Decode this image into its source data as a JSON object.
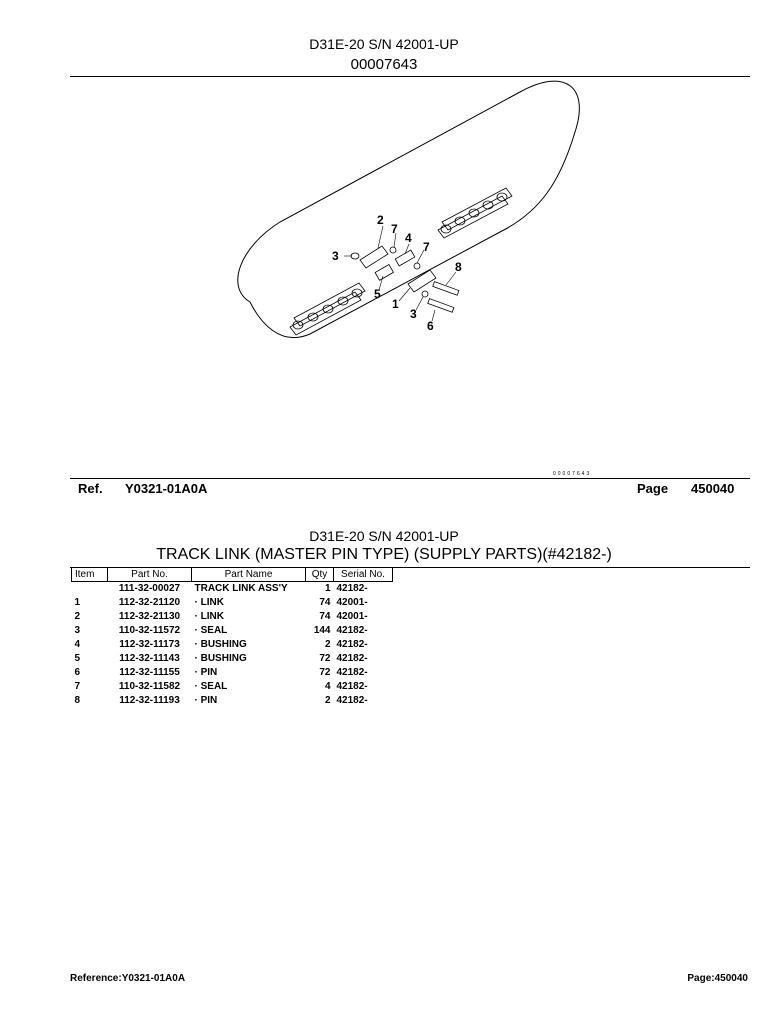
{
  "header": {
    "model": "D31E-20 S/N 42001-UP",
    "illustration_code": "00007643"
  },
  "diagram": {
    "callouts": [
      "2",
      "7",
      "4",
      "7",
      "3",
      "5",
      "8",
      "1",
      "3",
      "6"
    ],
    "small_code": "00007643"
  },
  "reference_bar": {
    "ref_label": "Ref.",
    "ref_value": "Y0321-01A0A",
    "page_label": "Page",
    "page_value": "450040"
  },
  "section": {
    "model": "D31E-20 S/N 42001-UP",
    "title": "TRACK LINK (MASTER PIN TYPE) (SUPPLY PARTS)(#42182-)"
  },
  "table": {
    "headers": [
      "Item",
      "Part No.",
      "Part Name",
      "Qty",
      "Serial No."
    ],
    "rows": [
      [
        "",
        "111-32-00027",
        "TRACK LINK ASS'Y",
        "1",
        "42182-"
      ],
      [
        "1",
        "112-32-21120",
        "·  LINK",
        "74",
        "42001-"
      ],
      [
        "2",
        "112-32-21130",
        "·  LINK",
        "74",
        "42001-"
      ],
      [
        "3",
        "110-32-11572",
        "·  SEAL",
        "144",
        "42182-"
      ],
      [
        "4",
        "112-32-11173",
        "·  BUSHING",
        "2",
        "42182-"
      ],
      [
        "5",
        "112-32-11143",
        "·  BUSHING",
        "72",
        "42182-"
      ],
      [
        "6",
        "112-32-11155",
        "·  PIN",
        "72",
        "42182-"
      ],
      [
        "7",
        "110-32-11582",
        "·  SEAL",
        "4",
        "42182-"
      ],
      [
        "8",
        "112-32-11193",
        "·  PIN",
        "2",
        "42182-"
      ]
    ]
  },
  "footer": {
    "reference": "Reference:Y0321-01A0A",
    "page": "Page:450040"
  }
}
